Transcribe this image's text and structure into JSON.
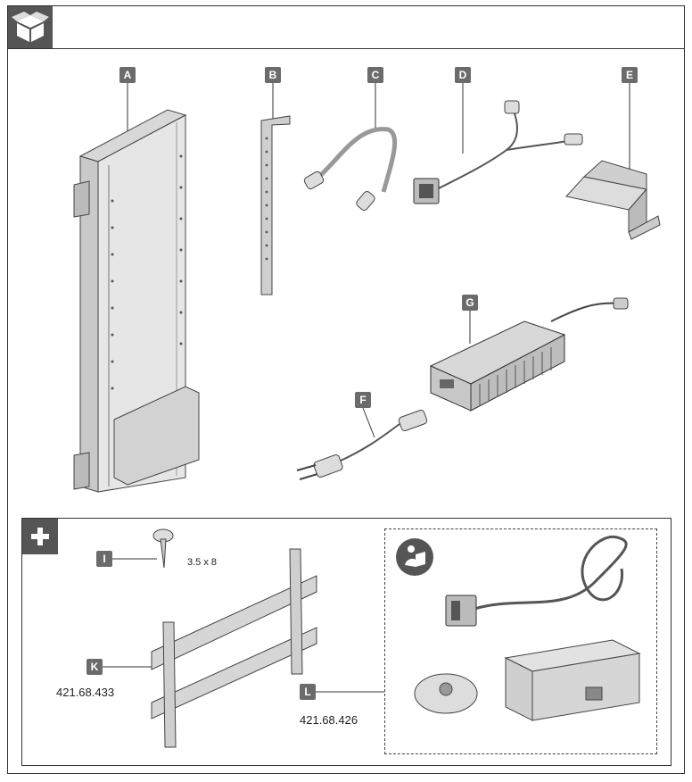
{
  "labels": {
    "a": "A",
    "b": "B",
    "c": "C",
    "d": "D",
    "e": "E",
    "f": "F",
    "g": "G",
    "i": "I",
    "k": "K",
    "l": "L"
  },
  "accessories": {
    "screw_size": "3.5 x 8",
    "k_number": "421.68.433",
    "l_number": "421.68.426"
  },
  "icons": {
    "top": "package-box-icon",
    "section": "plus-icon",
    "manual": "read-manual-icon"
  }
}
